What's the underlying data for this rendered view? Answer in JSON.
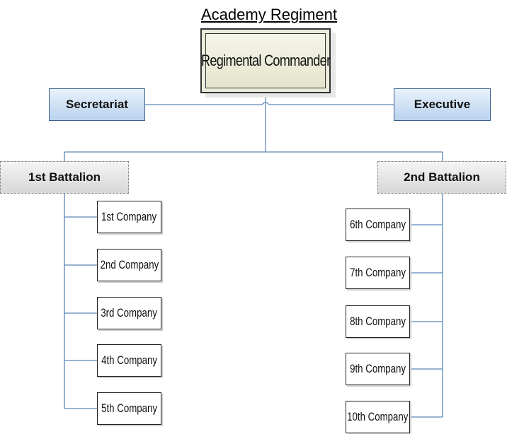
{
  "title": "Academy Regiment",
  "commander": "Regimental Commander",
  "staff": {
    "secretariat": "Secretariat",
    "executive": "Executive"
  },
  "battalions": [
    {
      "name": "1st Battalion",
      "companies": [
        "1st Company",
        "2nd Company",
        "3rd Company",
        "4th Company",
        "5th Company"
      ]
    },
    {
      "name": "2nd Battalion",
      "companies": [
        "6th Company",
        "7th Company",
        "8th Company",
        "9th Company",
        "10th Company"
      ]
    }
  ],
  "colors": {
    "connector": "#5b86b8",
    "staff_fill": "#b9d3ee",
    "commander_fill": "#ececdc",
    "battalion_fill": "#d7d7d7"
  }
}
